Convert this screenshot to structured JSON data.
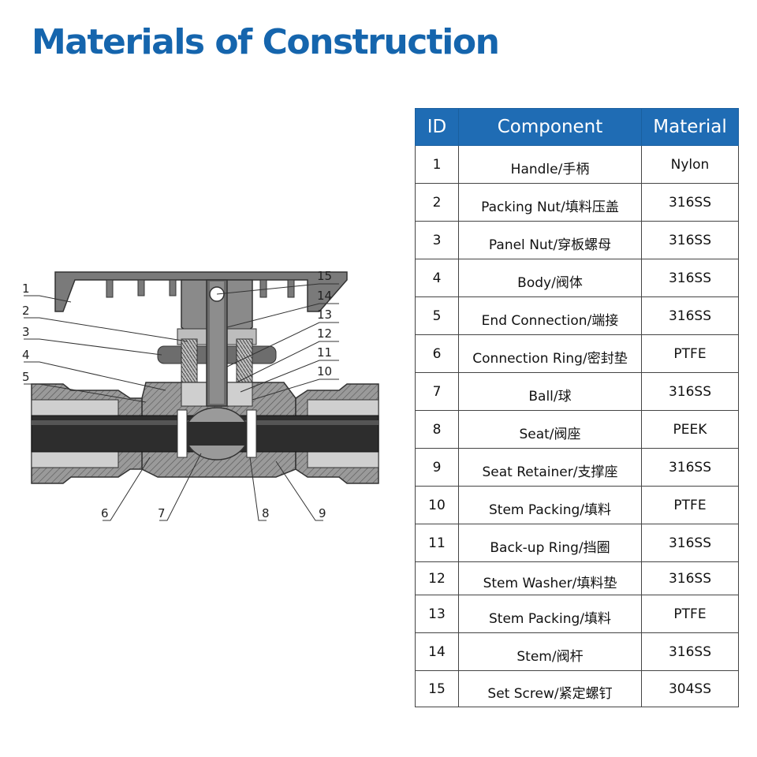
{
  "title": "Materials of Construction",
  "table": {
    "headers": {
      "id": "ID",
      "component": "Component",
      "material": "Material"
    },
    "rows": [
      {
        "id": "1",
        "component": "Handle/手柄",
        "material": "Nylon"
      },
      {
        "id": "2",
        "component": "Packing Nut/填料压盖",
        "material": "316SS"
      },
      {
        "id": "3",
        "component": "Panel Nut/穿板螺母",
        "material": "316SS"
      },
      {
        "id": "4",
        "component": "Body/阀体",
        "material": "316SS"
      },
      {
        "id": "5",
        "component": "End Connection/端接",
        "material": "316SS"
      },
      {
        "id": "6",
        "component": "Connection Ring/密封垫",
        "material": "PTFE"
      },
      {
        "id": "7",
        "component": "Ball/球",
        "material": "316SS"
      },
      {
        "id": "8",
        "component": "Seat/阀座",
        "material": "PEEK"
      },
      {
        "id": "9",
        "component": "Seat Retainer/支撑座",
        "material": "316SS"
      },
      {
        "id": "10",
        "component": "Stem Packing/填料",
        "material": "PTFE"
      },
      {
        "id": "11",
        "component": "Back-up Ring/挡圈",
        "material": "316SS"
      },
      {
        "id": "12",
        "component": "Stem Washer/填料垫",
        "material": "316SS"
      },
      {
        "id": "13",
        "component": "Stem Packing/填料",
        "material": "PTFE"
      },
      {
        "id": "14",
        "component": "Stem/阀杆",
        "material": "316SS"
      },
      {
        "id": "15",
        "component": "Set Screw/紧定螺钉",
        "material": "304SS"
      }
    ]
  },
  "diagram": {
    "callouts_left": [
      "1",
      "2",
      "3",
      "4",
      "5"
    ],
    "callouts_right": [
      "15",
      "14",
      "13",
      "12",
      "11",
      "10"
    ],
    "callouts_bottom": [
      "6",
      "7",
      "8",
      "9"
    ]
  }
}
